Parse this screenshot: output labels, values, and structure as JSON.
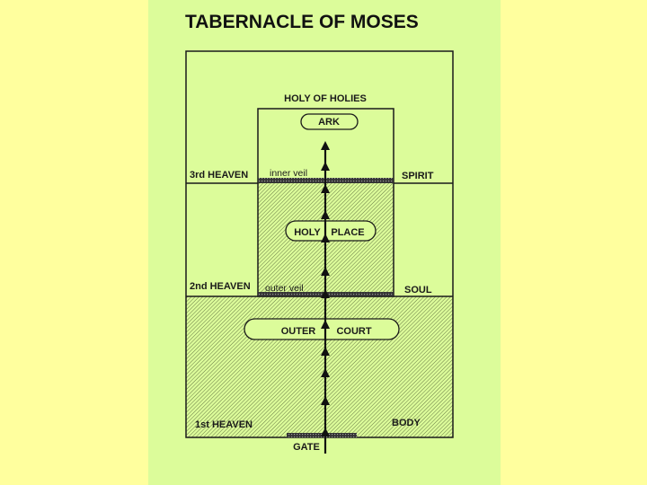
{
  "title": "TABERNACLE OF MOSES",
  "labels": {
    "holy_of_holies": "HOLY OF HOLIES",
    "ark": "ARK",
    "holy_place": "HOLY PLACE",
    "holy_place_left": "HOLY",
    "holy_place_right": "PLACE",
    "outer_court_left": "OUTER",
    "outer_court_right": "COURT",
    "inner_veil": "inner veil",
    "outer_veil": "outer veil",
    "gate": "GATE",
    "third_heaven": "3rd HEAVEN",
    "second_heaven": "2nd HEAVEN",
    "first_heaven": "1st HEAVEN",
    "spirit": "SPIRIT",
    "soul": "SOUL",
    "body": "BODY"
  },
  "colors": {
    "background": "#FFFF9E",
    "panel": "#DCFC9A",
    "ink": "#1a1a1a"
  }
}
